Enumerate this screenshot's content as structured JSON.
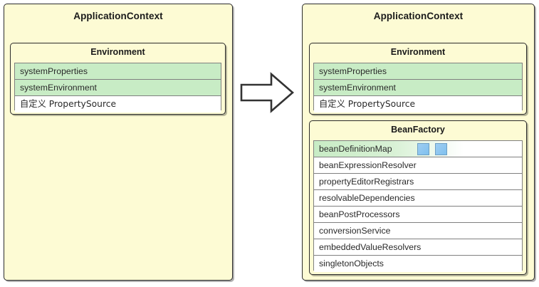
{
  "diagram": {
    "type": "spring-container-structure",
    "colors": {
      "panel_fill": "#fdfbd4",
      "panel_border": "#2b2b2b",
      "row_highlight": "#c8ecc5",
      "row_fill": "#ffffff",
      "chip_fill": "#8fc6f0",
      "chip_border": "#6d9fc4",
      "text": "#2a2a2a"
    },
    "left": {
      "title": "ApplicationContext",
      "environment": {
        "title": "Environment",
        "rows": [
          {
            "label": "systemProperties",
            "highlight": "green"
          },
          {
            "label": "systemEnvironment",
            "highlight": "green"
          },
          {
            "label": "自定义 PropertySource",
            "highlight": "none"
          }
        ]
      }
    },
    "arrow": {
      "name": "right-arrow-icon",
      "direction": "right",
      "fill": "#ffffff",
      "stroke": "#333333"
    },
    "right": {
      "title": "ApplicationContext",
      "environment": {
        "title": "Environment",
        "rows": [
          {
            "label": "systemProperties",
            "highlight": "green"
          },
          {
            "label": "systemEnvironment",
            "highlight": "green"
          },
          {
            "label": "自定义 PropertySource",
            "highlight": "none"
          }
        ]
      },
      "beanFactory": {
        "title": "BeanFactory",
        "rows": [
          {
            "label": "beanDefinitionMap",
            "highlight": "green-fade",
            "chips": 2
          },
          {
            "label": "beanExpressionResolver",
            "highlight": "none",
            "chips": 0
          },
          {
            "label": "propertyEditorRegistrars",
            "highlight": "none",
            "chips": 0
          },
          {
            "label": "resolvableDependencies",
            "highlight": "none",
            "chips": 0
          },
          {
            "label": "beanPostProcessors",
            "highlight": "none",
            "chips": 0
          },
          {
            "label": "conversionService",
            "highlight": "none",
            "chips": 0
          },
          {
            "label": "embeddedValueResolvers",
            "highlight": "none",
            "chips": 0
          },
          {
            "label": "singletonObjects",
            "highlight": "none",
            "chips": 0
          }
        ]
      }
    }
  }
}
